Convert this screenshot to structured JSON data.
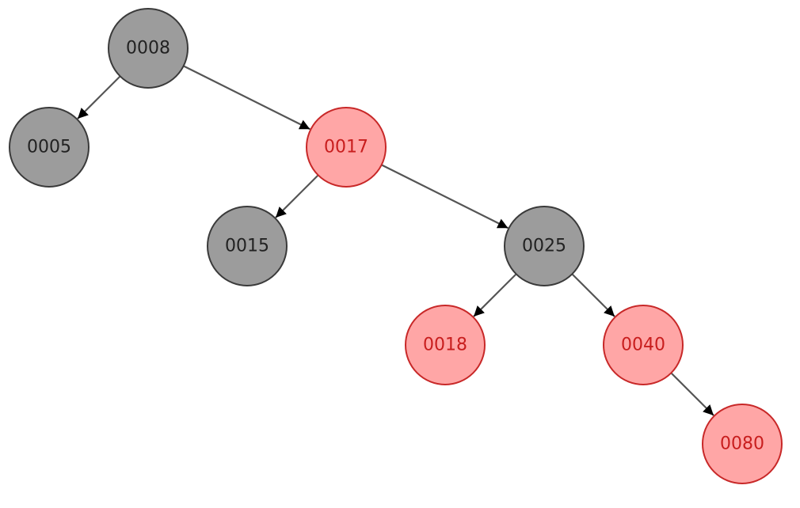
{
  "tree": {
    "nodes": [
      {
        "id": "n8",
        "label": "0008",
        "color": "black"
      },
      {
        "id": "n5",
        "label": "0005",
        "color": "black"
      },
      {
        "id": "n17",
        "label": "0017",
        "color": "red"
      },
      {
        "id": "n15",
        "label": "0015",
        "color": "black"
      },
      {
        "id": "n25",
        "label": "0025",
        "color": "black"
      },
      {
        "id": "n18",
        "label": "0018",
        "color": "red"
      },
      {
        "id": "n40",
        "label": "0040",
        "color": "red"
      },
      {
        "id": "n80",
        "label": "0080",
        "color": "red"
      }
    ],
    "edges": [
      {
        "from": "n8",
        "to": "n5"
      },
      {
        "from": "n8",
        "to": "n17"
      },
      {
        "from": "n17",
        "to": "n15"
      },
      {
        "from": "n17",
        "to": "n25"
      },
      {
        "from": "n25",
        "to": "n18"
      },
      {
        "from": "n25",
        "to": "n40"
      },
      {
        "from": "n40",
        "to": "n80"
      }
    ]
  },
  "colors": {
    "black_fill": "#9c9c9c",
    "black_stroke": "#3a3a3a",
    "black_text": "#222222",
    "red_fill": "#ffa6a6",
    "red_stroke": "#c82828",
    "red_text": "#c81e1e",
    "edge": "#555555",
    "arrow": "#000000"
  }
}
